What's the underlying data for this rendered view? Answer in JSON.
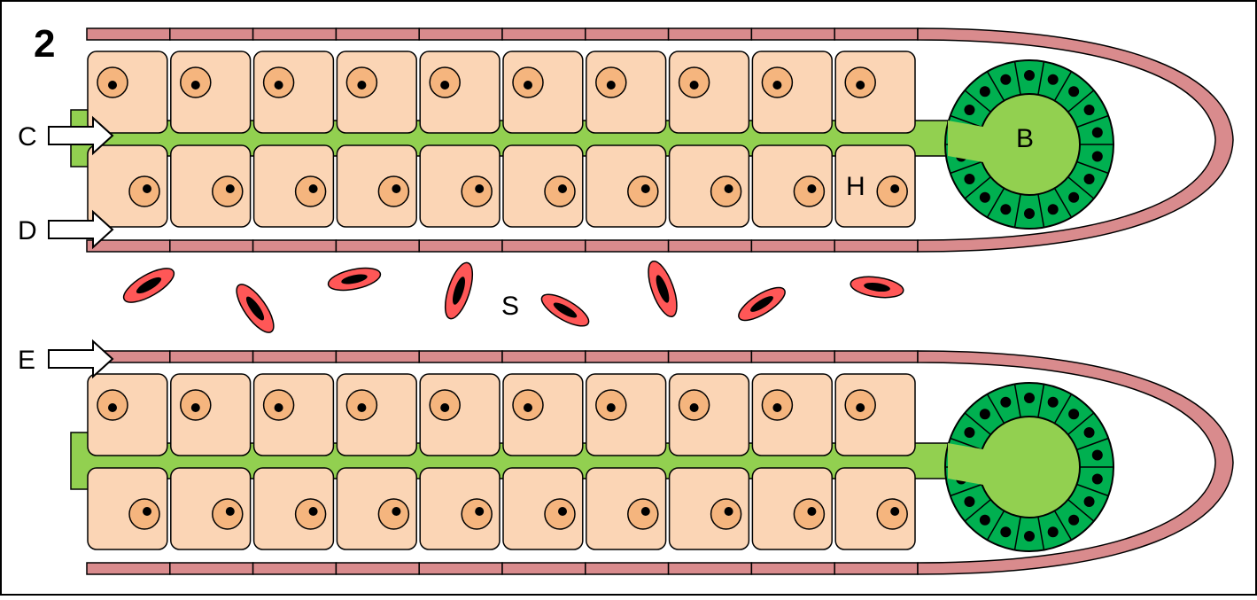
{
  "figure_number": "2",
  "labels": {
    "c": "C",
    "d": "D",
    "e": "E",
    "b": "B",
    "h": "H",
    "s": "S"
  },
  "colors": {
    "background": "#ffffff",
    "capsule": "#d98b8d",
    "hepatocyte": "#fbd5b5",
    "nucleus": "#f5b57e",
    "canaliculus": "#92d050",
    "duct_cells": "#00b050",
    "red_cell": "#ff5757",
    "outline": "#000000"
  }
}
